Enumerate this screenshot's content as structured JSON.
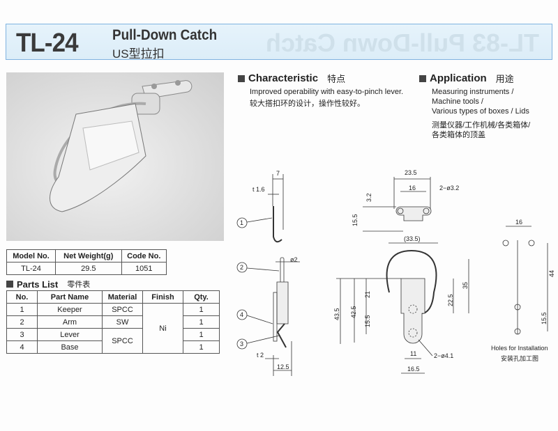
{
  "header": {
    "model": "TL-24",
    "title": "Pull-Down Catch",
    "subtitle": "US型拉扣",
    "ghost_text": "TL-83 Pull-Down Catch"
  },
  "spec_table": {
    "headers": [
      "Model No.",
      "Net Weight(g)",
      "Code No."
    ],
    "row": [
      "TL-24",
      "29.5",
      "1051"
    ]
  },
  "parts_list": {
    "title": "Parts List",
    "title_cn": "零件表",
    "headers": [
      "No.",
      "Part Name",
      "Material",
      "Finish",
      "Qty."
    ],
    "rows": [
      [
        "1",
        "Keeper",
        "SPCC",
        "1"
      ],
      [
        "2",
        "Arm",
        "SW",
        "1"
      ],
      [
        "3",
        "Lever",
        "SPCC",
        "1"
      ],
      [
        "4",
        "Base",
        "",
        "1"
      ]
    ],
    "finish": "Ni"
  },
  "characteristic": {
    "title": "Characteristic",
    "title_cn": "特点",
    "text_en": "Improved operability with easy-to-pinch lever.",
    "text_cn": "较大搭扣环的设计，操作性较好。"
  },
  "application": {
    "title": "Application",
    "title_cn": "用途",
    "lines_en": [
      "Measuring instruments /",
      "Machine tools /",
      "Various types of boxes / Lids"
    ],
    "lines_cn": [
      "测量仪器/工作机械/各类箱体/",
      "各类箱体的顶盖"
    ]
  },
  "drawing": {
    "side": {
      "d7": "7",
      "t16": "t 1.6",
      "phi2": "ø2",
      "t2": "t 2",
      "d125": "12.5",
      "c1": "1",
      "c2": "2",
      "c3": "3",
      "c4": "4"
    },
    "front": {
      "d235": "23.5",
      "d16": "16",
      "d32": "3.2",
      "d155a": "15.5",
      "holes32": "2−ø3.2",
      "d335": "(33.5)",
      "d435": "43.5",
      "d425": "42.5",
      "d21": "21",
      "d155b": "15.5",
      "d225": "22.5",
      "d35": "35",
      "d11": "11",
      "d165": "16.5",
      "holes41": "2−ø4.1"
    },
    "install": {
      "d16": "16",
      "d44": "44",
      "d155": "15.5",
      "caption_en": "Holes for Installation",
      "caption_cn": "安装孔加工图"
    }
  }
}
